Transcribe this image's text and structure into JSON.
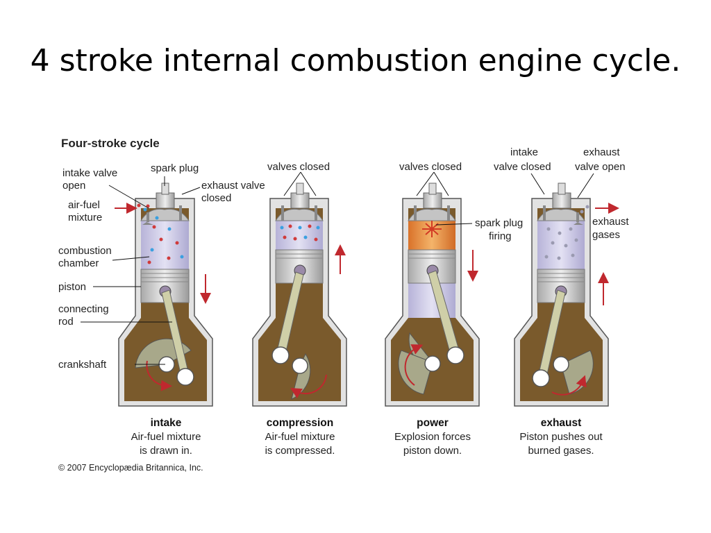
{
  "slide": {
    "title": "4 stroke internal combustion engine cycle."
  },
  "figure": {
    "title": "Four-stroke cycle",
    "labels": {
      "intake_valve_open": [
        "intake valve",
        "open"
      ],
      "spark_plug": "spark plug",
      "exhaust_valve_closed": [
        "exhaust valve",
        "closed"
      ],
      "air_fuel_mixture": [
        "air-fuel",
        "mixture"
      ],
      "combustion_chamber": [
        "combustion",
        "chamber"
      ],
      "piston": "piston",
      "connecting_rod": [
        "connecting",
        "rod"
      ],
      "crankshaft": "crankshaft",
      "valves_closed_compression": "valves closed",
      "valves_closed_power": "valves closed",
      "spark_plug_firing": [
        "spark plug",
        "firing"
      ],
      "intake_valve_closed": [
        "intake",
        "valve closed"
      ],
      "exhaust_valve_open": [
        "exhaust",
        "valve open"
      ],
      "exhaust_gases": [
        "exhaust",
        "gases"
      ]
    },
    "strokes": [
      {
        "name": "intake",
        "desc": [
          "Air-fuel mixture",
          "is drawn in."
        ]
      },
      {
        "name": "compression",
        "desc": [
          "Air-fuel mixture",
          "is compressed."
        ]
      },
      {
        "name": "power",
        "desc": [
          "Explosion forces",
          "piston down."
        ]
      },
      {
        "name": "exhaust",
        "desc": [
          "Piston pushes out",
          "burned gases."
        ]
      }
    ],
    "copyright": "© 2007 Encyclopædia Britannica, Inc.",
    "colors": {
      "crankcase": "#7a5a2c",
      "cylinder": "#c9c6e4",
      "piston": "#d9d9d9",
      "rod": "#cfcfa8",
      "arrow": "#c0282e",
      "firing": "#e58a2c",
      "fuel_red": "#d03a3a",
      "fuel_blue": "#3aa0e0"
    }
  }
}
